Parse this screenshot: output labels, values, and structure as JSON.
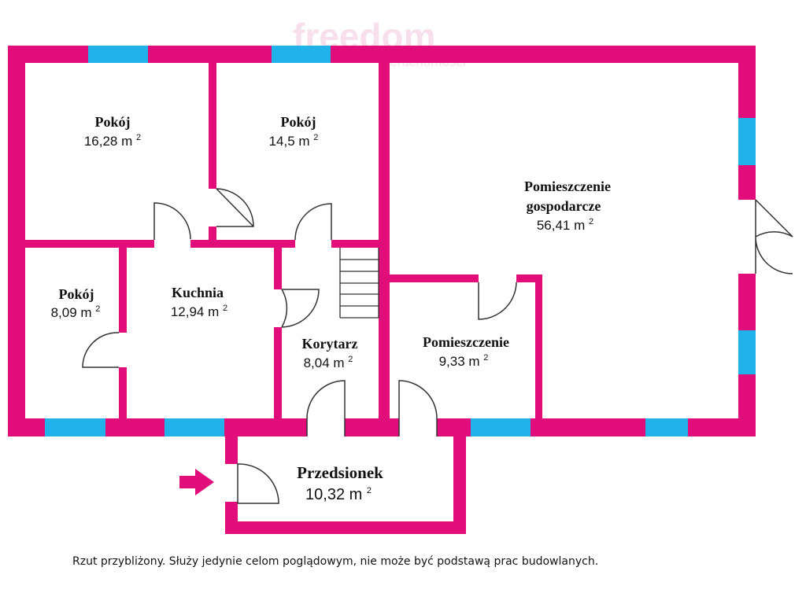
{
  "watermark": {
    "brand": "freedom",
    "sub": "nieruchomości"
  },
  "rooms": [
    {
      "id": "pokoj-1",
      "name": "Pokój",
      "area": "16,28 m",
      "unit_exp": "2"
    },
    {
      "id": "pokoj-2",
      "name": "Pokój",
      "area": "14,5 m",
      "unit_exp": "2"
    },
    {
      "id": "pomieszczenie-gospodarcze",
      "name_line1": "Pomieszczenie",
      "name_line2": "gospodarcze",
      "area": "56,41 m",
      "unit_exp": "2"
    },
    {
      "id": "pokoj-3",
      "name": "Pokój",
      "area": "8,09 m",
      "unit_exp": "2"
    },
    {
      "id": "kuchnia",
      "name": "Kuchnia",
      "area": "12,94 m",
      "unit_exp": "2"
    },
    {
      "id": "korytarz",
      "name": "Korytarz",
      "area": "8,04 m",
      "unit_exp": "2"
    },
    {
      "id": "pomieszczenie",
      "name": "Pomieszczenie",
      "area": "9,33 m",
      "unit_exp": "2"
    },
    {
      "id": "przedsionek",
      "name": "Przedsionek",
      "area": "10,32 m",
      "unit_exp": "2"
    }
  ],
  "entrance_arrow": "entrance",
  "colors": {
    "wall": "#e00d7b",
    "window": "#20b2e8"
  },
  "note": "Rzut przybliżony. Służy jedynie celom poglądowym, nie może być podstawą prac budowlanych."
}
